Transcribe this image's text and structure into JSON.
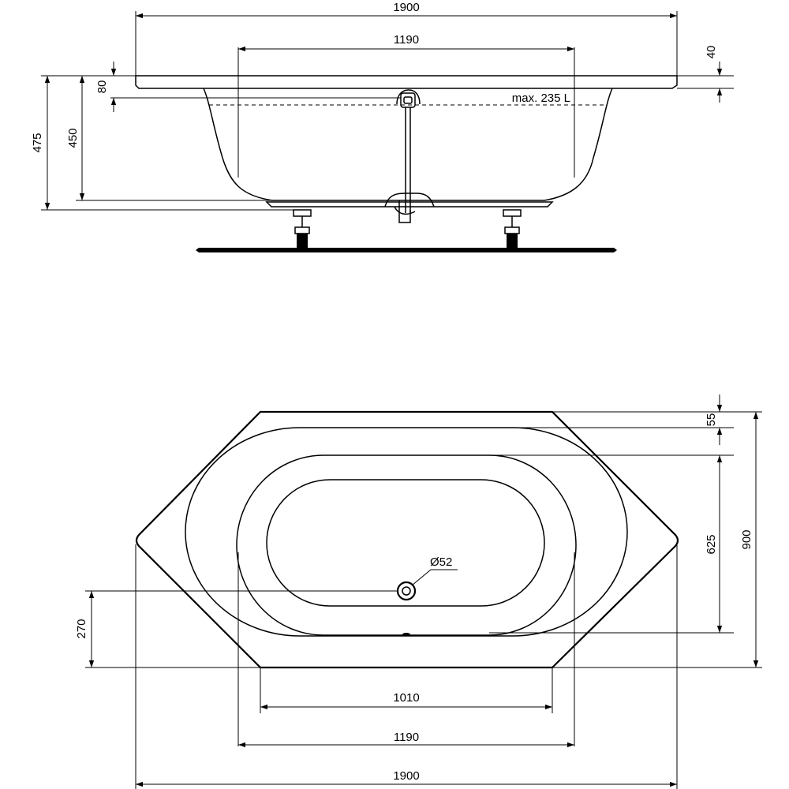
{
  "side_view": {
    "width_overall": "1900",
    "inner_width": "1190",
    "rim_thickness": "40",
    "rim_to_overflow": "80",
    "overflow_depth": "450",
    "total_height": "475",
    "capacity": "max. 235 L"
  },
  "top_view": {
    "rim_edge": "55",
    "inner_depth": "625",
    "overall_depth": "900",
    "drain_diameter": "Ø52",
    "drain_offset": "270",
    "flat_front": "1010",
    "inner_width": "1190",
    "width_overall": "1900"
  },
  "colors": {
    "line": "#000000",
    "background": "#ffffff"
  }
}
